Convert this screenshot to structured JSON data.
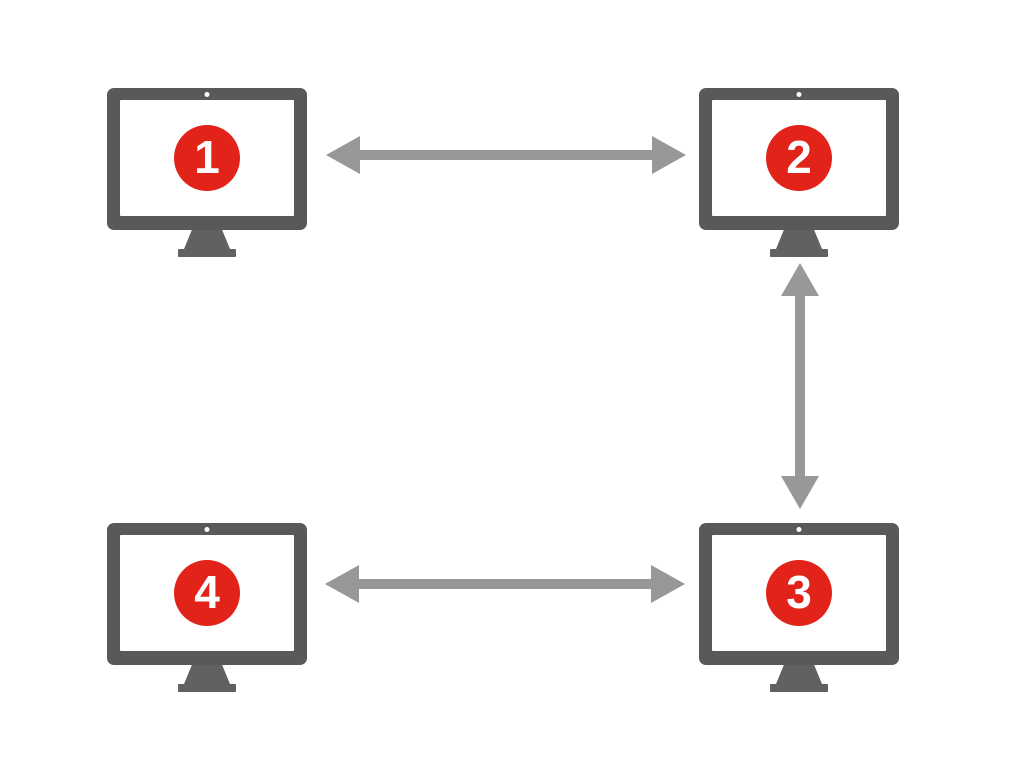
{
  "diagram": {
    "type": "network-topology",
    "background": "#ffffff",
    "colors": {
      "monitor_frame": "#595959",
      "monitor_stand": "#616161",
      "monitor_screen": "#ffffff",
      "camera_dot": "#ffffff",
      "arrow": "#989898",
      "badge_background": "#e2231a",
      "badge_text": "#ffffff"
    },
    "nodes": [
      {
        "label": "1",
        "position": "top-left"
      },
      {
        "label": "2",
        "position": "top-right"
      },
      {
        "label": "3",
        "position": "bottom-right"
      },
      {
        "label": "4",
        "position": "bottom-left"
      }
    ],
    "connections": [
      {
        "from": "1",
        "to": "2",
        "orientation": "horizontal",
        "style": "double-headed-arrow"
      },
      {
        "from": "2",
        "to": "3",
        "orientation": "vertical",
        "style": "double-headed-arrow"
      },
      {
        "from": "4",
        "to": "3",
        "orientation": "horizontal",
        "style": "double-headed-arrow"
      }
    ]
  }
}
